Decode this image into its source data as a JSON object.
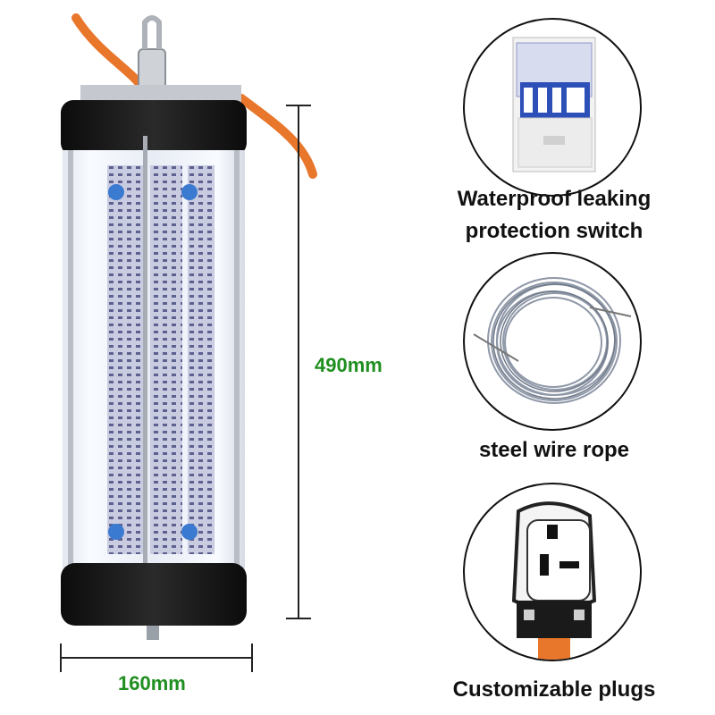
{
  "product": {
    "dimensions": {
      "height_label": "490mm",
      "width_label": "160mm"
    }
  },
  "features": [
    {
      "icon": "breaker-switch-image",
      "label_line1": "Waterproof leaking",
      "label_line2": "protection switch"
    },
    {
      "icon": "wire-coil-image",
      "label_line1": "steel wire rope",
      "label_line2": ""
    },
    {
      "icon": "plug-image",
      "label_line1": "Customizable plugs",
      "label_line2": ""
    }
  ],
  "colors": {
    "dimension_text": "#1f8f1f",
    "caption_text": "#111111",
    "circle_stroke": "#111111",
    "lamp_body": "#151515",
    "cable": "#e8762b",
    "led_plate": "#6a6f9a"
  }
}
